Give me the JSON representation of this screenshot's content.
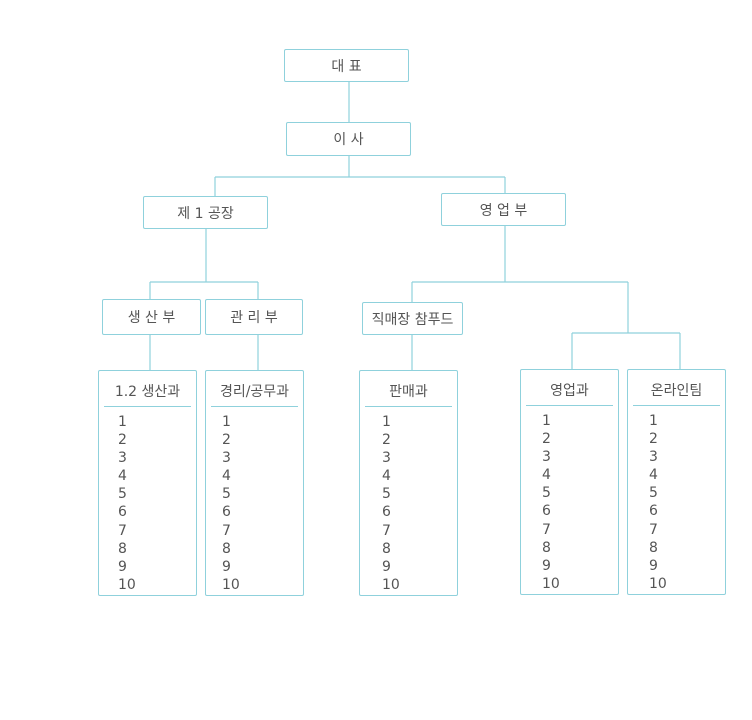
{
  "nodes": {
    "ceo": "대 표",
    "director": "이 사",
    "factory": "제 1 공장",
    "sales_dept": "영 업 부",
    "production": "생 산 부",
    "management": "관 리 부",
    "direct_store": "직매장 참푸드"
  },
  "columns": [
    {
      "title": "1.2 생산과",
      "items": [
        "1",
        "2",
        "3",
        "4",
        "5",
        "6",
        "7",
        "8",
        "9",
        "10"
      ]
    },
    {
      "title": "경리/공무과",
      "items": [
        "1",
        "2",
        "3",
        "4",
        "5",
        "6",
        "7",
        "8",
        "9",
        "10"
      ]
    },
    {
      "title": "판매과",
      "items": [
        "1",
        "2",
        "3",
        "4",
        "5",
        "6",
        "7",
        "8",
        "9",
        "10"
      ]
    },
    {
      "title": "영업과",
      "items": [
        "1",
        "2",
        "3",
        "4",
        "5",
        "6",
        "7",
        "8",
        "9",
        "10"
      ]
    },
    {
      "title": "온라인팀",
      "items": [
        "1",
        "2",
        "3",
        "4",
        "5",
        "6",
        "7",
        "8",
        "9",
        "10"
      ]
    }
  ]
}
